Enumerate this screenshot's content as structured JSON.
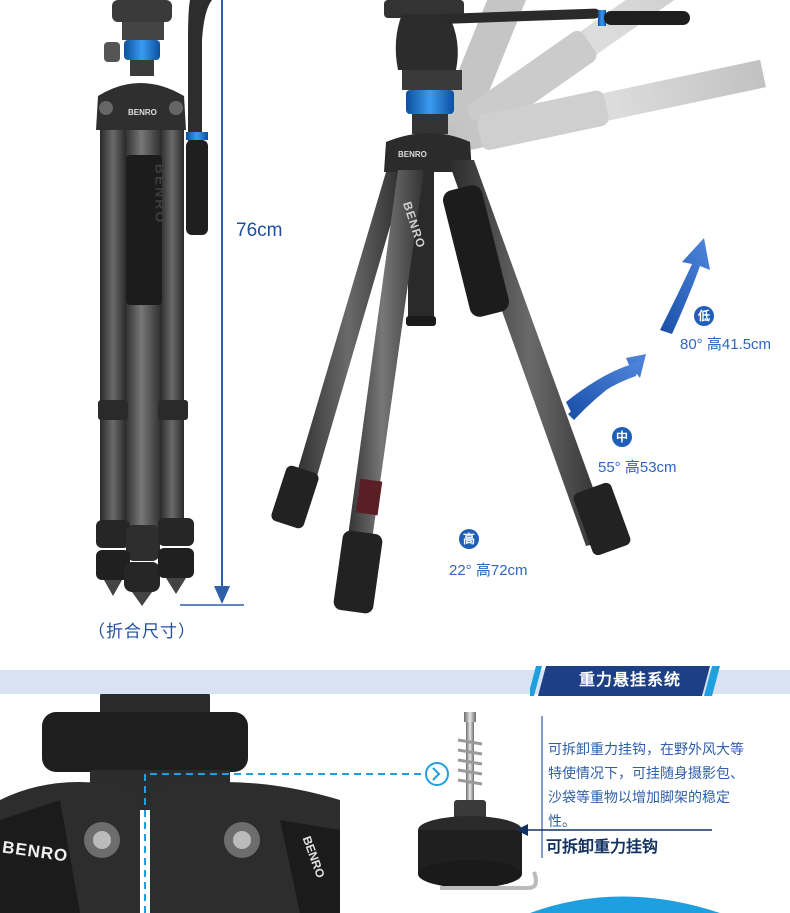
{
  "folded": {
    "height_label": "76cm",
    "caption": "（折合尺寸）",
    "brand_vertical": "BENRO",
    "brand_head": "BENRO"
  },
  "angles": [
    {
      "badge": "低",
      "text": "80° 高41.5cm"
    },
    {
      "badge": "中",
      "text": "55° 高53cm"
    },
    {
      "badge": "高",
      "text": "22° 高72cm"
    }
  ],
  "open": {
    "brand_head": "BENRO",
    "brand_vertical": "BENRO"
  },
  "feature": {
    "title": "重力悬挂系统",
    "description": "可拆卸重力挂钩，在野外风大等特使情况下，可挂随身摄影包、沙袋等重物以增加脚架的稳定性。",
    "caption": "可拆卸重力挂钩",
    "brand_closeup": "BENRO",
    "brand_closeup_right": "BENRO"
  },
  "colors": {
    "accent_blue": "#1f5fb8",
    "title_bar": "#1c3f86",
    "band": "#d7e3f3",
    "dashed": "#1ea0e0"
  }
}
